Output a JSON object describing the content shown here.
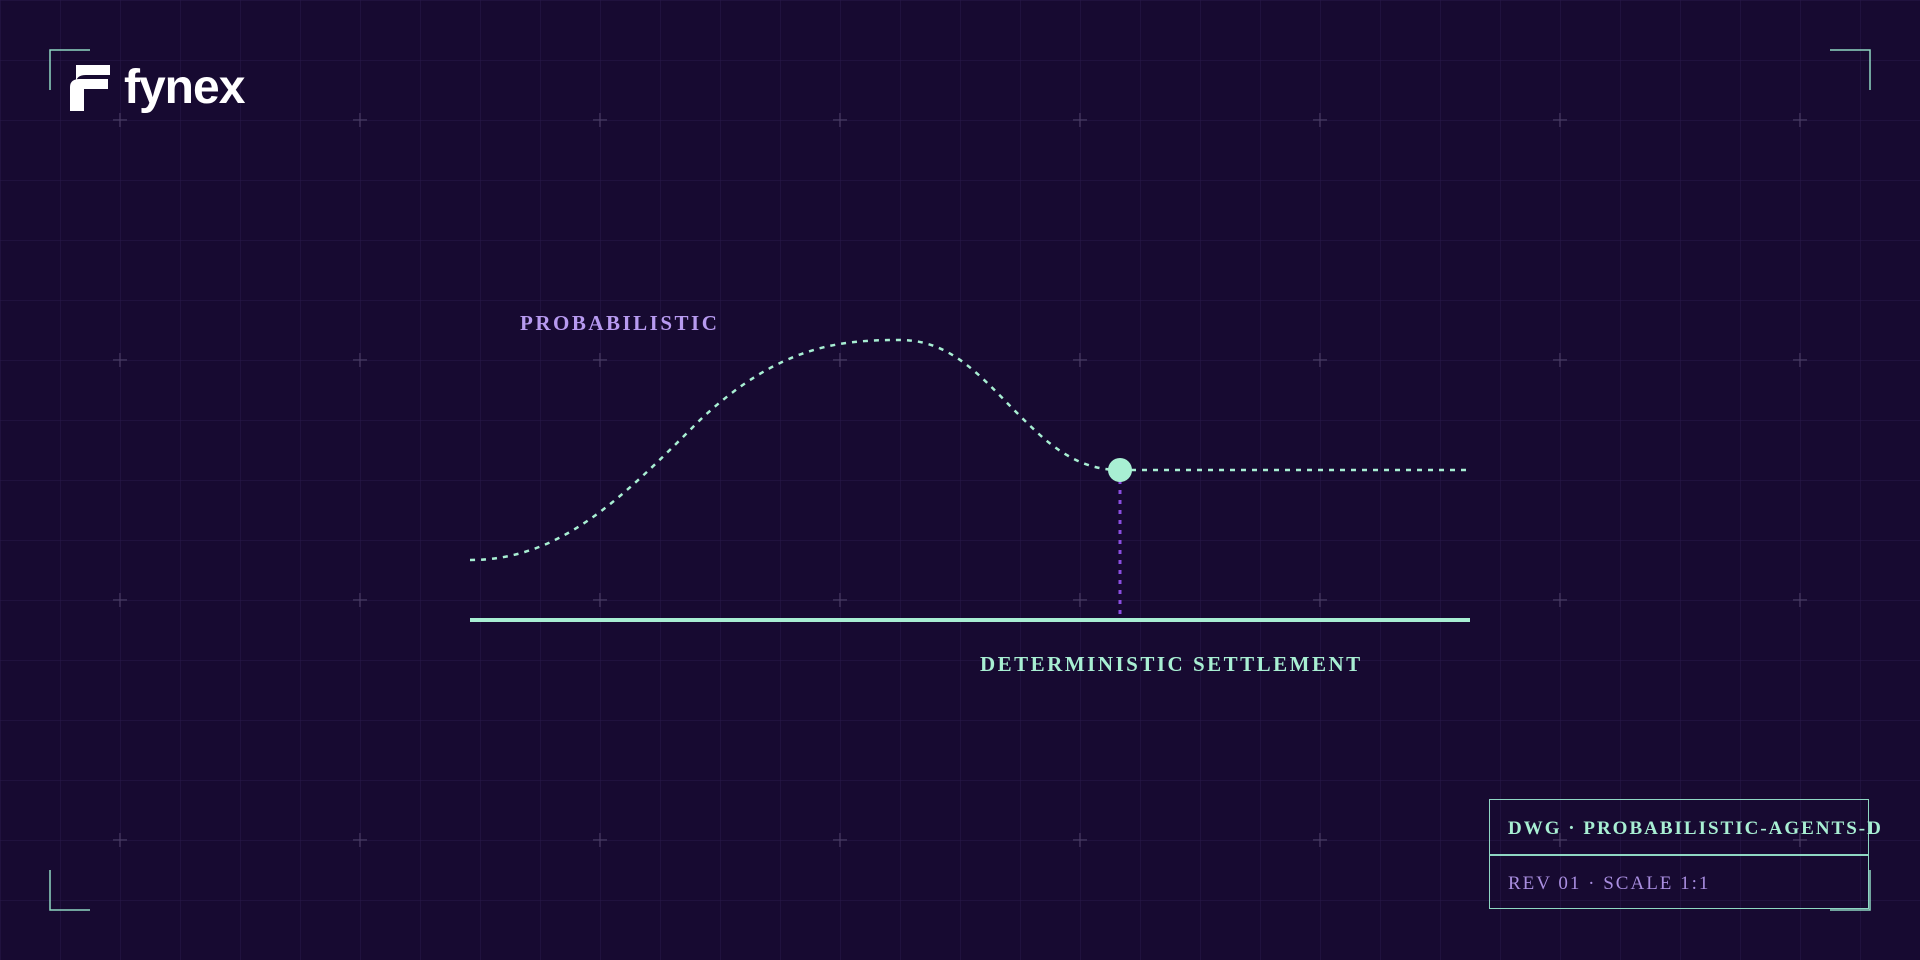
{
  "brand": {
    "name": "fynex",
    "logo_icon": "fynex-f-mark-icon"
  },
  "diagram": {
    "top_label": "PROBABILISTIC",
    "bottom_label": "DETERMINISTIC SETTLEMENT"
  },
  "title_block": {
    "drawing_id": "DWG · PROBABILISTIC-AGENTS-D",
    "revision": "REV 01 · SCALE 1:1"
  },
  "colors": {
    "background": "#170a31",
    "mint": "#a8efd3",
    "violet": "#8a4de0",
    "lavender": "#b79af0",
    "frame": "#8fd7c3"
  }
}
